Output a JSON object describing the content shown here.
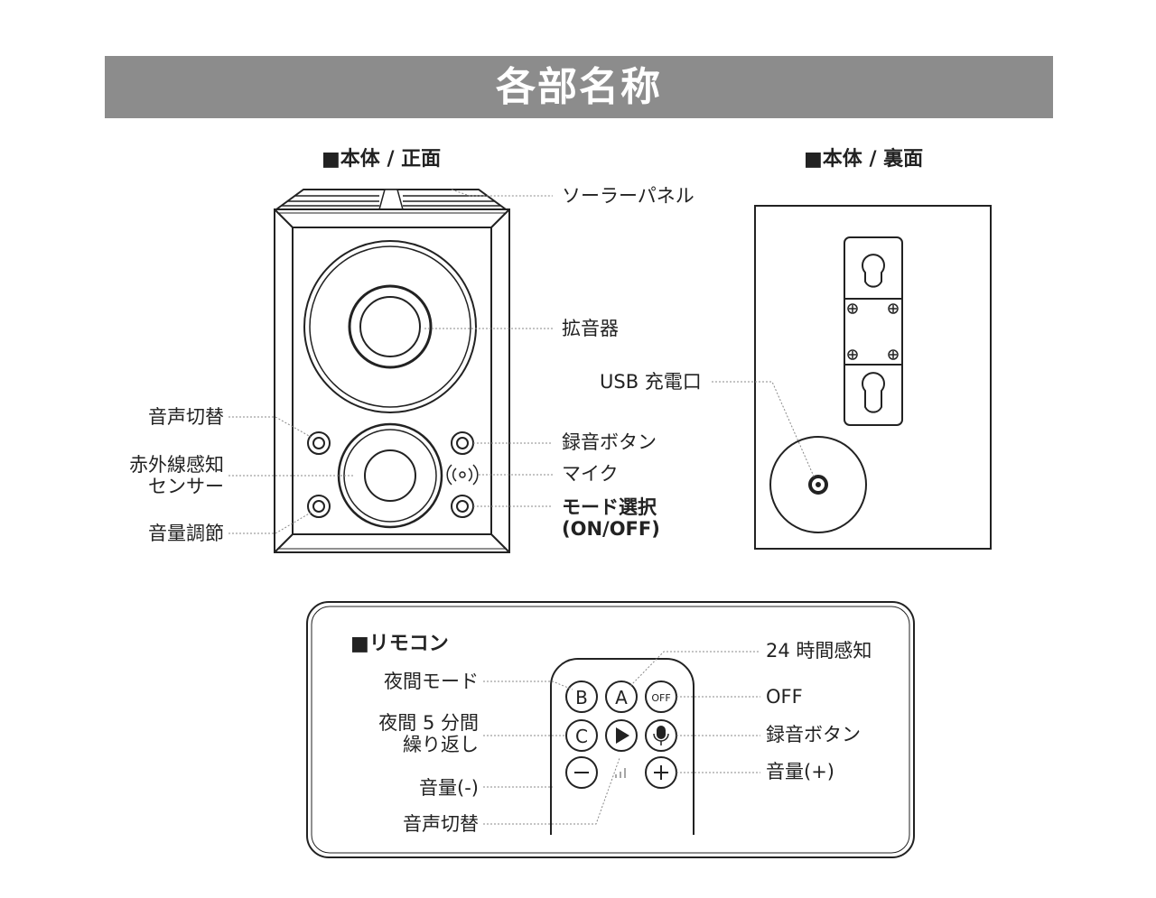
{
  "title": "各部名称",
  "front": {
    "heading": "■本体 / 正面",
    "labels": {
      "solar_panel": "ソーラーパネル",
      "speaker": "拡音器",
      "sound_switch": "音声切替",
      "ir_sensor_line1": "赤外線感知",
      "ir_sensor_line2": "センサー",
      "volume": "音量調節",
      "record_button": "録音ボタン",
      "mic": "マイク",
      "mode_select_line1": "モード選択",
      "mode_select_line2": "(ON/OFF)"
    }
  },
  "back": {
    "heading": "■本体 / 裏面",
    "labels": {
      "usb": "USB 充電口"
    }
  },
  "remote": {
    "heading": "■リモコン",
    "labels": {
      "night_mode": "夜間モード",
      "night_repeat_line1": "夜間 5 分間",
      "night_repeat_line2": "繰り返し",
      "volume_down": "音量(-)",
      "sound_switch": "音声切替",
      "sensing_24h": "24 時間感知",
      "off": "OFF",
      "record": "録音ボタン",
      "volume_up": "音量(+)"
    },
    "keys": {
      "b": "B",
      "a": "A",
      "off": "OFF",
      "c": "C"
    }
  },
  "colors": {
    "banner": "#8c8c8c",
    "line": "#222222",
    "leader": "#888888"
  }
}
